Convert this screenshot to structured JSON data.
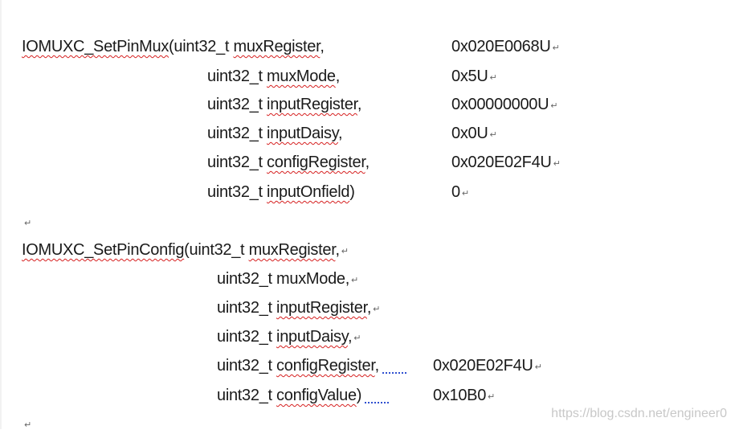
{
  "return_mark": "↵",
  "block1": {
    "func": "IOMUXC_SetPinMux",
    "open": "(",
    "params": [
      {
        "type": "uint32_t",
        "name": "muxRegister",
        "sep": ",",
        "value": "0x020E0068U"
      },
      {
        "type": "uint32_t",
        "name": "muxMode",
        "sep": ",",
        "value": "0x5U"
      },
      {
        "type": "uint32_t",
        "name": "inputRegister",
        "sep": ",",
        "value": "0x00000000U"
      },
      {
        "type": "uint32_t",
        "name": "inputDaisy",
        "sep": ",",
        "value": "0x0U"
      },
      {
        "type": "uint32_t",
        "name": "configRegister",
        "sep": ",",
        "value": "0x020E02F4U"
      },
      {
        "type": "uint32_t",
        "name": "inputOnfield",
        "sep": ")",
        "value": "0"
      }
    ]
  },
  "block2": {
    "func": "IOMUXC_SetPinConfig",
    "open": "(",
    "params": [
      {
        "type": "uint32_t",
        "name": "muxRegister",
        "sep": ","
      },
      {
        "type": "uint32_t",
        "name": "muxMode",
        "sep": ","
      },
      {
        "type": "uint32_t",
        "name": "inputRegister",
        "sep": ","
      },
      {
        "type": "uint32_t",
        "name": "inputDaisy",
        "sep": ","
      },
      {
        "type": "uint32_t",
        "name": "configRegister",
        "sep": ",",
        "value": "0x020E02F4U"
      },
      {
        "type": "uint32_t",
        "name": "configValue",
        "sep": ")",
        "value": "0x10B0"
      }
    ]
  },
  "watermark": "https://blog.csdn.net/engineer0"
}
